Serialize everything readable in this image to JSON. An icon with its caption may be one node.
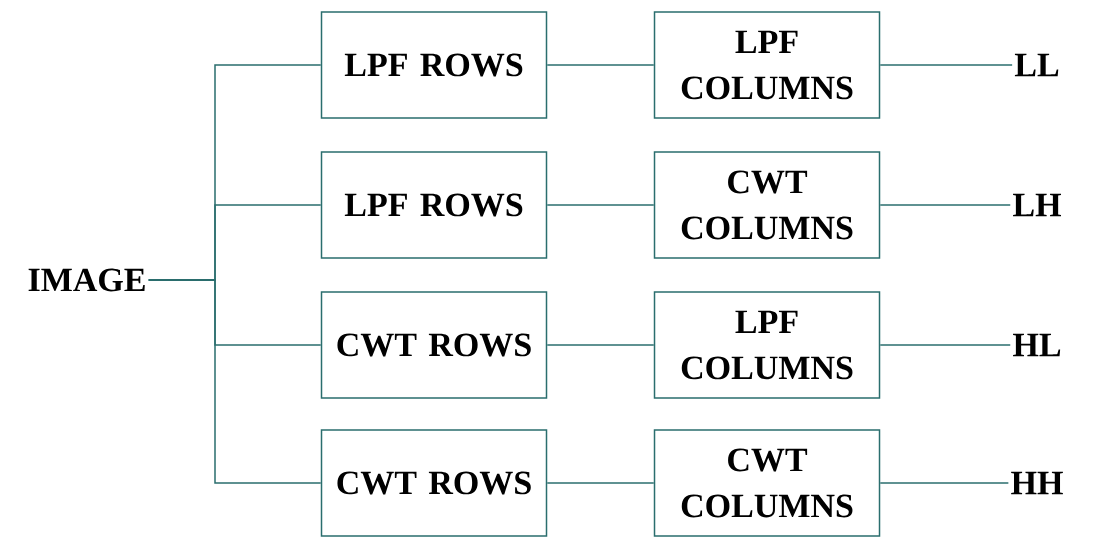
{
  "diagram": {
    "nodes": [
      {
        "text": [
          "IMAGE"
        ]
      },
      {
        "text": [
          "LPF ROWS"
        ]
      },
      {
        "text": [
          "LPF COLUMNS"
        ]
      },
      {
        "text": [
          "LL"
        ]
      },
      {
        "text": [
          "LPF ROWS"
        ]
      },
      {
        "text": [
          "CWT COLUMNS"
        ]
      },
      {
        "text": [
          "LH"
        ]
      },
      {
        "text": [
          "CWT ROWS"
        ]
      },
      {
        "text": [
          "LPF COLUMNS"
        ]
      },
      {
        "text": [
          "HL"
        ]
      },
      {
        "text": [
          "CWT ROWS"
        ]
      },
      {
        "text": [
          "CWT COLUMNS"
        ]
      },
      {
        "text": [
          "HH"
        ]
      }
    ],
    "edges": [
      {
        "from": 0,
        "to": 1,
        "arrow": "none"
      },
      {
        "from": 0,
        "to": 4,
        "arrow": "none"
      },
      {
        "from": 0,
        "to": 7,
        "arrow": "none"
      },
      {
        "from": 0,
        "to": 10,
        "arrow": "none"
      },
      {
        "from": 1,
        "to": 2,
        "arrow": "none"
      },
      {
        "from": 2,
        "to": 3,
        "arrow": "none"
      },
      {
        "from": 4,
        "to": 5,
        "arrow": "none"
      },
      {
        "from": 5,
        "to": 6,
        "arrow": "none"
      },
      {
        "from": 7,
        "to": 8,
        "arrow": "none"
      },
      {
        "from": 8,
        "to": 9,
        "arrow": "none"
      },
      {
        "from": 10,
        "to": 11,
        "arrow": "none"
      },
      {
        "from": 11,
        "to": 12,
        "arrow": "none"
      }
    ]
  }
}
